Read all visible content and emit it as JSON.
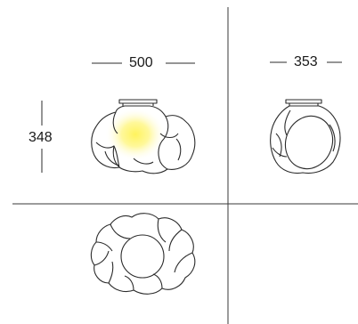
{
  "dimensions": {
    "front_width": "500",
    "side_width": "353",
    "front_height": "348"
  },
  "views": [
    {
      "name": "front-view"
    },
    {
      "name": "side-view"
    },
    {
      "name": "top-view"
    }
  ],
  "colors": {
    "line": "#2b2b2b",
    "glow_core": "#fff25a",
    "glow_edge": "#ffffff"
  }
}
